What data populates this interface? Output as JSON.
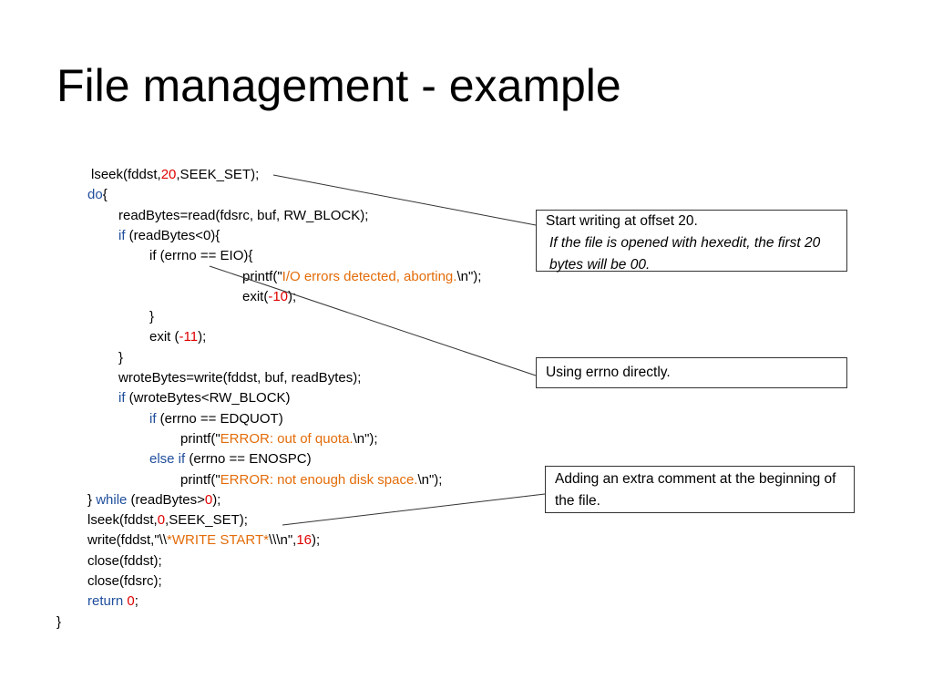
{
  "slide": {
    "title": "File management - example"
  },
  "code": [
    {
      "indent": 100,
      "parts": [
        {
          "t": "lseek(fddst,",
          "c": ""
        },
        {
          "t": "20",
          "c": "num"
        },
        {
          "t": ",SEEK_SET);",
          "c": ""
        }
      ]
    },
    {
      "indent": 96,
      "parts": [
        {
          "t": "do",
          "c": "kw"
        },
        {
          "t": "{",
          "c": ""
        }
      ]
    },
    {
      "indent": 130,
      "parts": [
        {
          "t": "readBytes=read(fdsrc, buf, RW_BLOCK);",
          "c": ""
        }
      ]
    },
    {
      "indent": 130,
      "parts": [
        {
          "t": "if",
          "c": "kw"
        },
        {
          "t": " (readBytes<0){",
          "c": ""
        }
      ]
    },
    {
      "indent": 164,
      "parts": [
        {
          "t": "if (errno == EIO){",
          "c": ""
        }
      ]
    },
    {
      "indent": 266,
      "parts": [
        {
          "t": "printf(\"",
          "c": ""
        },
        {
          "t": "I/O errors detected, aborting.",
          "c": "str"
        },
        {
          "t": "\\n\");",
          "c": ""
        }
      ]
    },
    {
      "indent": 266,
      "parts": [
        {
          "t": "exit(",
          "c": ""
        },
        {
          "t": "-10",
          "c": "num"
        },
        {
          "t": ");",
          "c": ""
        }
      ]
    },
    {
      "indent": 164,
      "parts": [
        {
          "t": "}",
          "c": ""
        }
      ]
    },
    {
      "indent": 164,
      "parts": [
        {
          "t": "exit (",
          "c": ""
        },
        {
          "t": "-11",
          "c": "num"
        },
        {
          "t": ");",
          "c": ""
        }
      ]
    },
    {
      "indent": 130,
      "parts": [
        {
          "t": "}",
          "c": ""
        }
      ]
    },
    {
      "indent": 130,
      "parts": [
        {
          "t": "wroteBytes=write(fddst, buf, readBytes);",
          "c": ""
        }
      ]
    },
    {
      "indent": 130,
      "parts": [
        {
          "t": "if",
          "c": "kw"
        },
        {
          "t": " (wroteBytes<RW_BLOCK)",
          "c": ""
        }
      ]
    },
    {
      "indent": 164,
      "parts": [
        {
          "t": "if",
          "c": "kw"
        },
        {
          "t": " (errno == EDQUOT)",
          "c": ""
        }
      ]
    },
    {
      "indent": 198,
      "parts": [
        {
          "t": "printf(\"",
          "c": ""
        },
        {
          "t": "ERROR: out of quota.",
          "c": "str"
        },
        {
          "t": "\\n\");",
          "c": ""
        }
      ]
    },
    {
      "indent": 164,
      "parts": [
        {
          "t": "else if",
          "c": "kw"
        },
        {
          "t": " (errno == ENOSPC)",
          "c": ""
        }
      ]
    },
    {
      "indent": 198,
      "parts": [
        {
          "t": "printf(\"",
          "c": ""
        },
        {
          "t": "ERROR: not enough disk space.",
          "c": "str"
        },
        {
          "t": "\\n\");",
          "c": ""
        }
      ]
    },
    {
      "indent": 96,
      "parts": [
        {
          "t": "} ",
          "c": ""
        },
        {
          "t": "while",
          "c": "kw"
        },
        {
          "t": " (readBytes>",
          "c": ""
        },
        {
          "t": "0",
          "c": "num"
        },
        {
          "t": ");",
          "c": ""
        }
      ]
    },
    {
      "indent": 96,
      "parts": [
        {
          "t": "lseek(fddst,",
          "c": ""
        },
        {
          "t": "0",
          "c": "num"
        },
        {
          "t": ",SEEK_SET);",
          "c": ""
        }
      ]
    },
    {
      "indent": 96,
      "parts": [
        {
          "t": "write(fddst,\"\\\\",
          "c": ""
        },
        {
          "t": "*WRITE START*",
          "c": "str"
        },
        {
          "t": "\\\\\\n\",",
          "c": ""
        },
        {
          "t": "16",
          "c": "num"
        },
        {
          "t": ");",
          "c": ""
        }
      ]
    },
    {
      "indent": 96,
      "parts": [
        {
          "t": "close(fddst);",
          "c": ""
        }
      ]
    },
    {
      "indent": 96,
      "parts": [
        {
          "t": "close(fdsrc);",
          "c": ""
        }
      ]
    },
    {
      "indent": 96,
      "parts": [
        {
          "t": "return",
          "c": "kw"
        },
        {
          "t": " ",
          "c": ""
        },
        {
          "t": "0",
          "c": "num"
        },
        {
          "t": ";",
          "c": ""
        }
      ]
    },
    {
      "indent": 62,
      "parts": [
        {
          "t": "}",
          "c": ""
        }
      ]
    }
  ],
  "callouts": {
    "offset": {
      "line1": "Start writing at offset 20.",
      "line2": "If the file is opened with hexedit, the first 20 bytes will be 00."
    },
    "errno": {
      "text": "Using errno directly."
    },
    "comment": {
      "text": "Adding an extra comment at the beginning of the file."
    }
  },
  "colors": {
    "keyword": "#1f4e9c",
    "number": "#e00000",
    "string": "#e36c09"
  }
}
